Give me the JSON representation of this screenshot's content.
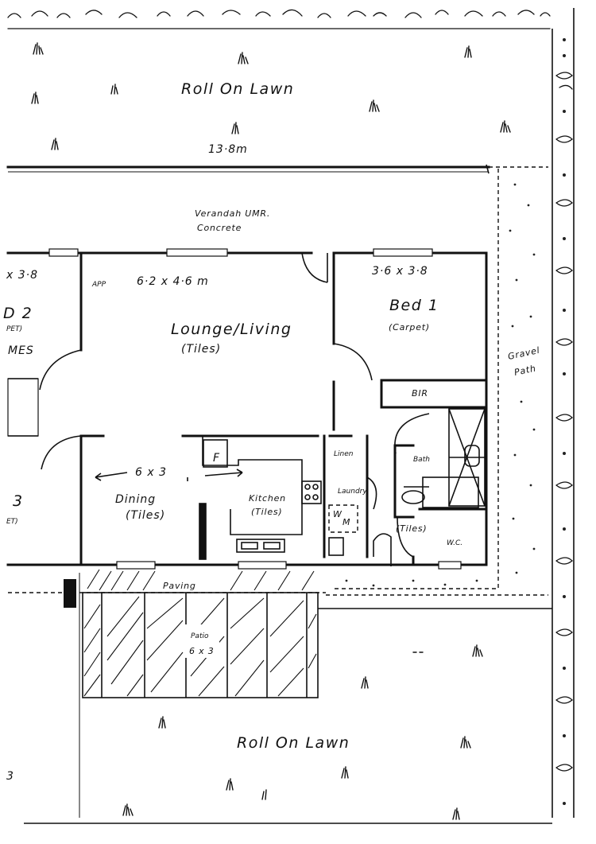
{
  "plan": {
    "top_lawn": "Roll On Lawn",
    "top_width": "13·8m",
    "verandah_line1": "Verandah UMR.",
    "verandah_line2": "Concrete",
    "bed2_dims": "x 3·8",
    "bed2_name": "D 2",
    "bed2_floor": "PET)",
    "bed2_robes": "MES",
    "lounge_dims": "6·2 x 4·6 m",
    "app_label": "APP",
    "lounge_name": "Lounge/Living",
    "lounge_floor": "(Tiles)",
    "bed1_dims": "3·6 x 3·8",
    "bed1_name": "Bed 1",
    "bed1_floor": "(Carpet)",
    "bir_label": "BIR",
    "gravel_line1": "Gravel",
    "gravel_line2": "Path",
    "fridge_label": "F",
    "dining_dims": "6 x 3",
    "dining_name": "Dining",
    "dining_floor": "(Tiles)",
    "kitchen_name": "Kitchen",
    "kitchen_floor": "(Tiles)",
    "linen_label": "Linen",
    "laundry_label": "Laundry",
    "wm_w": "W",
    "wm_m": "M",
    "bath_label": "Bath",
    "bath_floor": "(Tiles)",
    "wc_label": "W.C.",
    "bed3_name": "3",
    "bed3_floor": "ET)",
    "paving_label": "Paving",
    "patio_name": "Patio",
    "patio_dims": "6 x 3",
    "bottom_lawn": "Roll On Lawn",
    "edge_mark": "3"
  }
}
